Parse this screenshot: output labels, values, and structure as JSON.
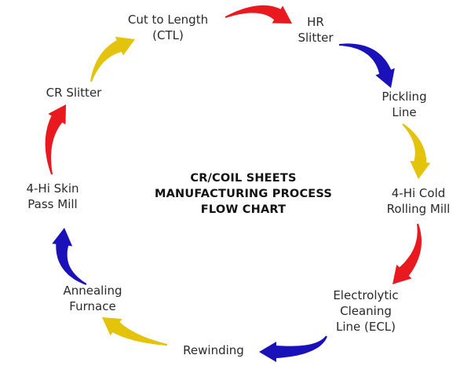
{
  "title": {
    "lines": [
      "CR/COIL SHEETS",
      "MANUFACTURING PROCESS",
      "FLOW CHART"
    ]
  },
  "colors": {
    "red": "#e8191f",
    "blue": "#1a11b8",
    "yellow": "#e3c30c",
    "text": "#2a2a2a"
  },
  "steps": [
    {
      "id": "cut-to-length",
      "lines": [
        "Cut to Length",
        "(CTL)"
      ]
    },
    {
      "id": "hr-slitter",
      "lines": [
        "HR",
        "Slitter"
      ]
    },
    {
      "id": "pickling-line",
      "lines": [
        "Pickling",
        "Line"
      ]
    },
    {
      "id": "cold-rolling-mill",
      "lines": [
        "4-Hi Cold",
        "Rolling Mill"
      ]
    },
    {
      "id": "electrolytic-cleaning-line",
      "lines": [
        "Electrolytic",
        "Cleaning",
        "Line (ECL)"
      ]
    },
    {
      "id": "rewinding",
      "lines": [
        "Rewinding"
      ]
    },
    {
      "id": "annealing-furnace",
      "lines": [
        "Annealing",
        "Furnace"
      ]
    },
    {
      "id": "skin-pass-mill",
      "lines": [
        "4-Hi Skin",
        "Pass Mill"
      ]
    },
    {
      "id": "cr-slitter",
      "lines": [
        "CR Slitter"
      ]
    }
  ],
  "arrows": [
    {
      "from": "cut-to-length",
      "to": "hr-slitter",
      "color": "red"
    },
    {
      "from": "hr-slitter",
      "to": "pickling-line",
      "color": "blue"
    },
    {
      "from": "pickling-line",
      "to": "cold-rolling-mill",
      "color": "yellow"
    },
    {
      "from": "cold-rolling-mill",
      "to": "electrolytic-cleaning-line",
      "color": "red"
    },
    {
      "from": "electrolytic-cleaning-line",
      "to": "rewinding",
      "color": "blue"
    },
    {
      "from": "rewinding",
      "to": "annealing-furnace",
      "color": "yellow"
    },
    {
      "from": "annealing-furnace",
      "to": "skin-pass-mill",
      "color": "blue"
    },
    {
      "from": "skin-pass-mill",
      "to": "cr-slitter",
      "color": "red"
    },
    {
      "from": "cr-slitter",
      "to": "cut-to-length",
      "color": "yellow"
    }
  ]
}
